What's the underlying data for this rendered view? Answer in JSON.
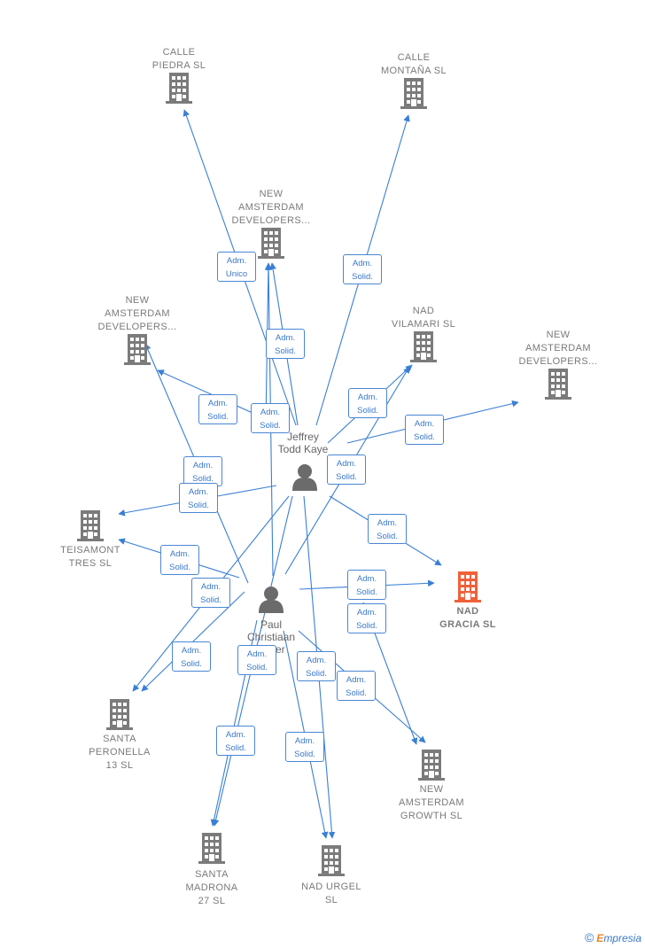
{
  "companies": [
    {
      "id": "calle-piedra",
      "label": "CALLE\nPIEDRA  SL",
      "highlight": false
    },
    {
      "id": "calle-montana",
      "label": "CALLE\nMONTAÑA  SL",
      "highlight": false
    },
    {
      "id": "nad-dev-1",
      "label": "NEW\nAMSTERDAM\nDEVELOPERS...",
      "highlight": false
    },
    {
      "id": "nad-dev-2",
      "label": "NEW\nAMSTERDAM\nDEVELOPERS...",
      "highlight": false
    },
    {
      "id": "nad-vilamari",
      "label": "NAD\nVILAMARI  SL",
      "highlight": false
    },
    {
      "id": "nad-dev-3",
      "label": "NEW\nAMSTERDAM\nDEVELOPERS...",
      "highlight": false
    },
    {
      "id": "teisamont",
      "label": "TEISAMONT\nTRES SL",
      "highlight": false
    },
    {
      "id": "nad-gracia",
      "label": "NAD\nGRACIA  SL",
      "highlight": true
    },
    {
      "id": "santa-peronella",
      "label": "SANTA\nPERONELLA\n13  SL",
      "highlight": false
    },
    {
      "id": "nad-growth",
      "label": "NEW\nAMSTERDAM\nGROWTH  SL",
      "highlight": false
    },
    {
      "id": "santa-madrona",
      "label": "SANTA\nMADRONA\n27  SL",
      "highlight": false
    },
    {
      "id": "nad-urgel",
      "label": "NAD URGEL\nSL",
      "highlight": false
    }
  ],
  "persons": [
    {
      "id": "jeffrey",
      "label": "Jeffrey\nTodd Kaye"
    },
    {
      "id": "paul",
      "label": "Paul\nChristiaan\nHeijer"
    }
  ],
  "edge_labels": [
    "Adm.\nUnico",
    "Adm.\nSolid.",
    "Adm.\nSolid.",
    "Adm.\nSolid.",
    "Adm.\nSolid.",
    "Adm.\nSolid.",
    "Adm.\nSolid.",
    "Adm.\nSolid.",
    "Adm.\nSolid.",
    "Adm.\nSolid.",
    "Adm.\nSolid.",
    "Adm.\nSolid.",
    "Adm.\nSolid.",
    "Adm.\nSolid.",
    "Adm.\nSolid.",
    "Adm.\nSolid.",
    "Adm.\nSolid.",
    "Adm.\nSolid.",
    "Adm.\nSolid.",
    "Adm.\nSolid.",
    "Adm.\nSolid.",
    "Adm.\nSolid."
  ],
  "colors": {
    "edge": "#3a7fd5",
    "building": "#7b7b7b",
    "building_highlight": "#f0603a",
    "person": "#6b6b6b"
  },
  "footer": {
    "copyright": "©",
    "brand_first": "E",
    "brand_rest": "mpresia"
  }
}
